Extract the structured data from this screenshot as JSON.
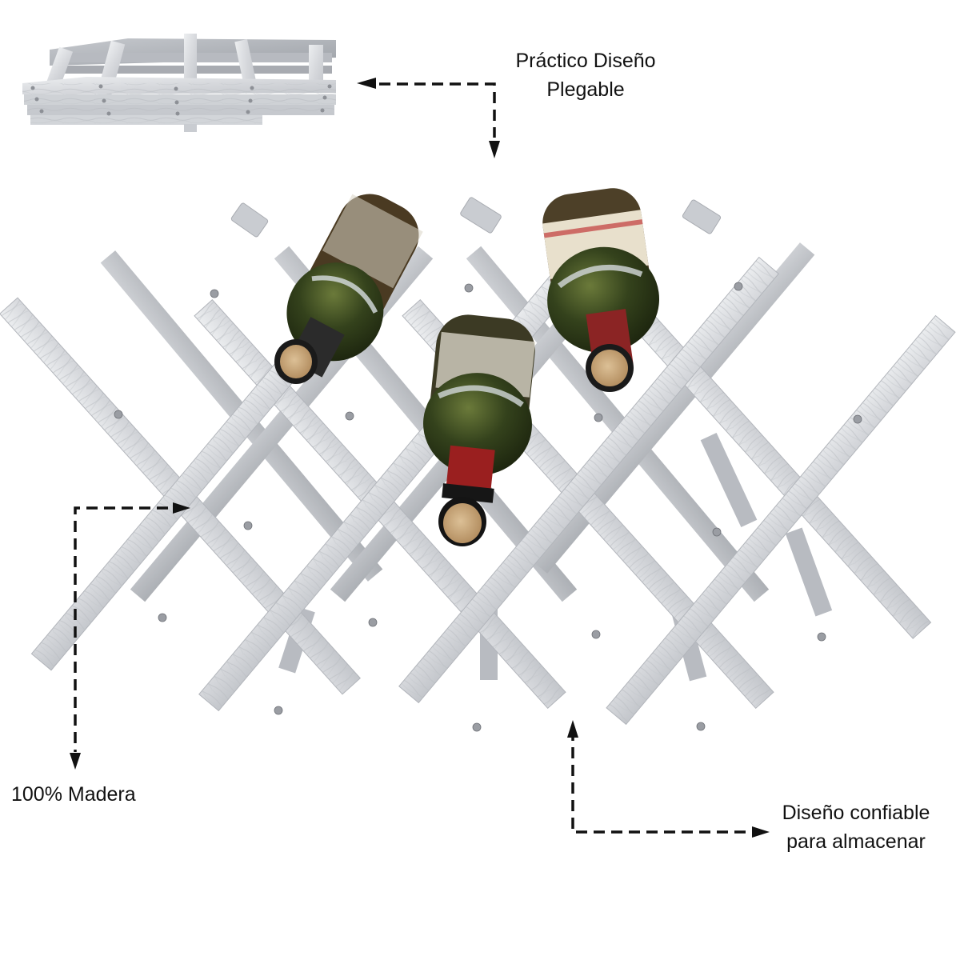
{
  "annotations": {
    "folding_design": {
      "line1": "Práctico Diseño",
      "line2": "Plegable"
    },
    "material": {
      "text": "100% Madera"
    },
    "storage": {
      "line1": "Diseño confiable",
      "line2": "para almacenar"
    }
  },
  "product": {
    "name": "folding-wooden-wine-rack",
    "finish_color": "#d9dadd",
    "shadow_color": "#a9abb0",
    "bottle_count": 3,
    "bottles": [
      {
        "position": "top-left",
        "glass_color": "#2f3a1c",
        "capsule_color": "#2a2a2a",
        "cork_color": "#c9a77a"
      },
      {
        "position": "top-right",
        "glass_color": "#3a4a1e",
        "capsule_color": "#8e2323",
        "cork_color": "#b89366"
      },
      {
        "position": "center",
        "glass_color": "#2e3d18",
        "capsule_color": "#9a1f1f",
        "cork_color": "#d2b184"
      }
    ]
  },
  "colors": {
    "arrow": "#111111",
    "text": "#111111",
    "background": "#ffffff"
  }
}
